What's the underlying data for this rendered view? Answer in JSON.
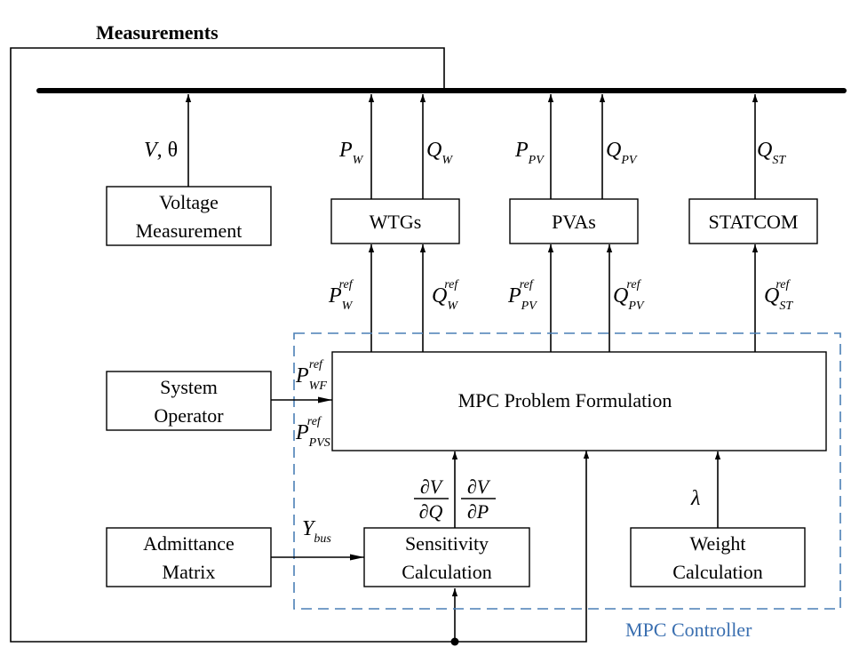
{
  "colors": {
    "line": "#000000",
    "controller_dash": "#4a7fb5",
    "controller_label": "#3a6fb0",
    "background": "#ffffff"
  },
  "header": {
    "measurements_label": "Measurements"
  },
  "bus_labels": {
    "v_theta": {
      "main": "V",
      "rest": ", θ"
    },
    "p_w": {
      "main": "P",
      "sub": "W"
    },
    "q_w": {
      "main": "Q",
      "sub": "W"
    },
    "p_pv": {
      "main": "P",
      "sub": "PV"
    },
    "q_pv": {
      "main": "Q",
      "sub": "PV"
    },
    "q_st": {
      "main": "Q",
      "sub": "ST"
    }
  },
  "boxes": {
    "voltage_measurement": {
      "line1": "Voltage",
      "line2": "Measurement"
    },
    "wtgs": {
      "label": "WTGs"
    },
    "pvas": {
      "label": "PVAs"
    },
    "statcom": {
      "label": "STATCOM"
    },
    "system_operator": {
      "line1": "System",
      "line2": "Operator"
    },
    "mpc_formulation": {
      "label": "MPC Problem Formulation"
    },
    "admittance_matrix": {
      "line1": "Admittance",
      "line2": "Matrix"
    },
    "sensitivity": {
      "line1": "Sensitivity",
      "line2": "Calculation"
    },
    "weight": {
      "line1": "Weight",
      "line2": "Calculation"
    }
  },
  "ref_labels": {
    "p_w_ref": {
      "main": "P",
      "sub": "W",
      "sup": "ref"
    },
    "q_w_ref": {
      "main": "Q",
      "sub": "W",
      "sup": "ref"
    },
    "p_pv_ref": {
      "main": "P",
      "sub": "PV",
      "sup": "ref"
    },
    "q_pv_ref": {
      "main": "Q",
      "sub": "PV",
      "sup": "ref"
    },
    "q_st_ref": {
      "main": "Q",
      "sub": "ST",
      "sup": "ref"
    },
    "p_wf_ref": {
      "main": "P",
      "sub": "WF",
      "sup": "ref"
    },
    "p_pvs_ref": {
      "main": "P",
      "sub": "PVS",
      "sup": "ref"
    }
  },
  "other_labels": {
    "dv_dq": {
      "num": "∂V",
      "den": "∂Q"
    },
    "dv_dp": {
      "num": "∂V",
      "den": "∂P"
    },
    "lambda": "λ",
    "y_bus": {
      "main": "Y",
      "sub": "bus"
    }
  },
  "controller": {
    "label": "MPC Controller"
  }
}
